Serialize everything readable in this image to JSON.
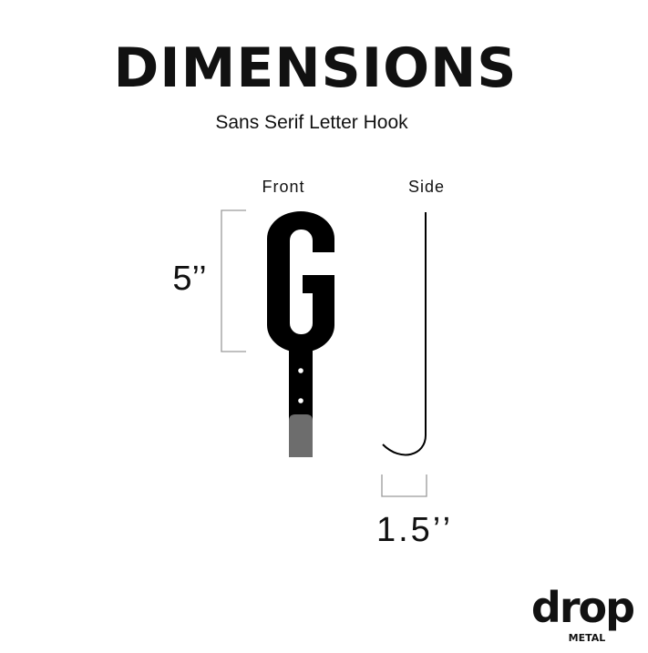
{
  "title": "DIMENSIONS",
  "subtitle": "Sans Serif Letter Hook",
  "views": {
    "front": "Front",
    "side": "Side"
  },
  "dimensions": {
    "height": "5’’",
    "depth": "1.5’’"
  },
  "logo": {
    "word": "drop",
    "sub": "METAL"
  },
  "colors": {
    "ink": "#000000",
    "bracket": "#9a9a9a",
    "hook_tip": "#6d6d6d"
  }
}
